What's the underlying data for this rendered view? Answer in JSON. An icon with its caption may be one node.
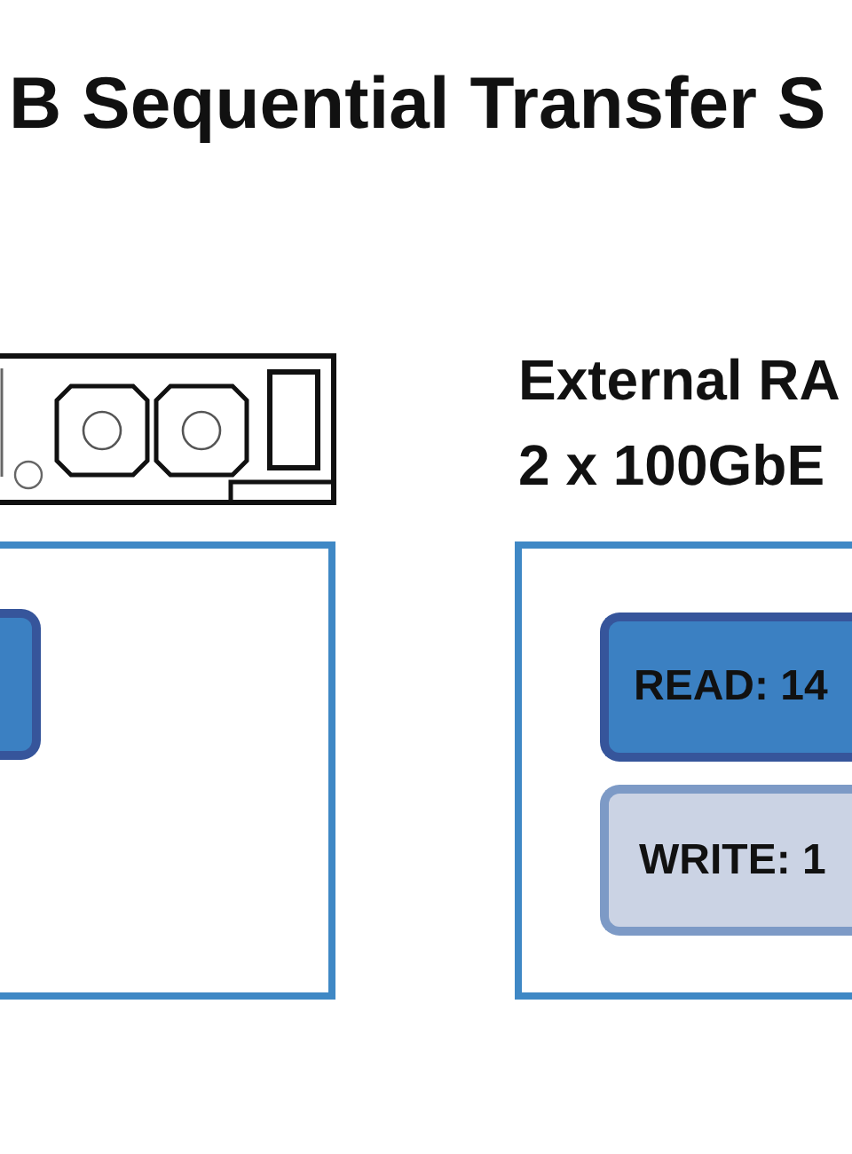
{
  "diagram": {
    "title": "B Sequential Transfer S",
    "nodes": [
      {
        "text": [],
        "shape": "box"
      },
      {
        "text": [],
        "shape": "box",
        "in": 0
      },
      {
        "text": [
          "External RA",
          "2 x 100GbE"
        ]
      },
      {
        "text": [
          "READ: 14"
        ],
        "in": 2
      },
      {
        "text": [
          "WRITE: 1"
        ],
        "in": 2
      }
    ]
  }
}
